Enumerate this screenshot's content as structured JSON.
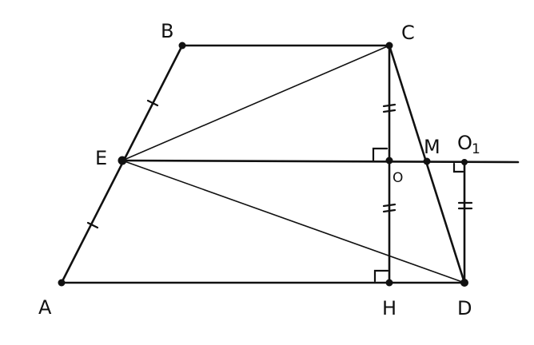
{
  "labels": {
    "A": "A",
    "B": "B",
    "C": "C",
    "E": "E",
    "O": "O",
    "M": "M",
    "O1": "O",
    "O1_sub": "1",
    "H": "H",
    "D": "D"
  },
  "colors": {
    "ink": "#111111",
    "background": "#ffffff"
  }
}
